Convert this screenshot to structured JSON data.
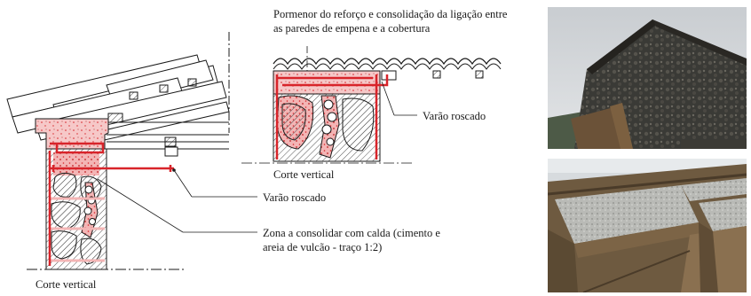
{
  "caption_title_line1": "Pormenor do reforço e consolidação da ligação entre",
  "caption_title_line2": "as paredes de empena e a cobertura",
  "label_rod_right": "Varão roscado",
  "label_section_right": "Corte vertical",
  "label_rod_left": "Varão roscado",
  "label_zone_line1": "Zona a consolidar com calda (cimento e",
  "label_zone_line2": "areia de vulcão - traço 1:2)",
  "label_section_left": "Corte vertical",
  "colors": {
    "rod": "#d8242a",
    "grout_fill": "#f6c8c8",
    "hatch": "#444444",
    "line": "#1a1a1a"
  }
}
